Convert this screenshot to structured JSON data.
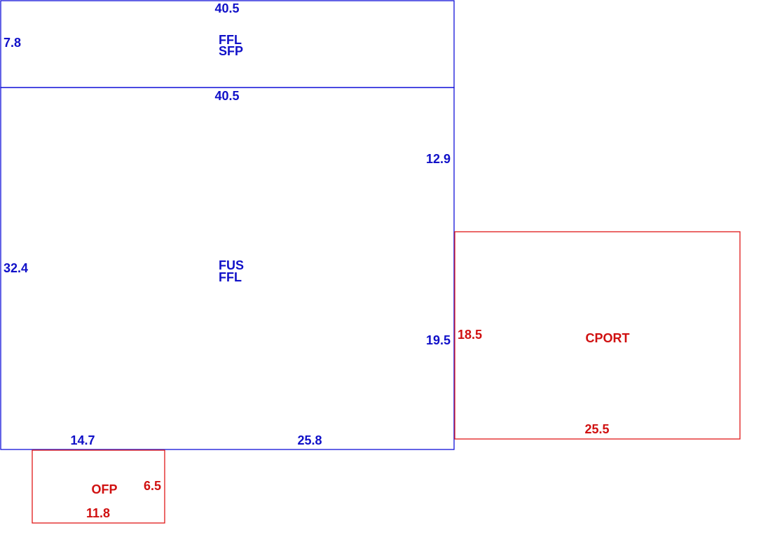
{
  "colors": {
    "upper_level": "#1010d8",
    "outbuilding": "#e01818"
  },
  "areas": {
    "ffl_sfp": {
      "name_line1": "FFL",
      "name_line2": "SFP",
      "dim_top": "40.5",
      "dim_left": "7.8"
    },
    "fus_ffl": {
      "name_line1": "FUS",
      "name_line2": "FFL",
      "dim_top": "40.5",
      "dim_left": "32.4",
      "dim_right_upper": "12.9",
      "dim_right_lower": "19.5",
      "dim_bottom_left": "14.7",
      "dim_bottom_right": "25.8"
    },
    "cport": {
      "name": "CPORT",
      "dim_left": "18.5",
      "dim_bottom": "25.5"
    },
    "ofp": {
      "name": "OFP",
      "dim_right": "6.5",
      "dim_bottom": "11.8"
    }
  }
}
